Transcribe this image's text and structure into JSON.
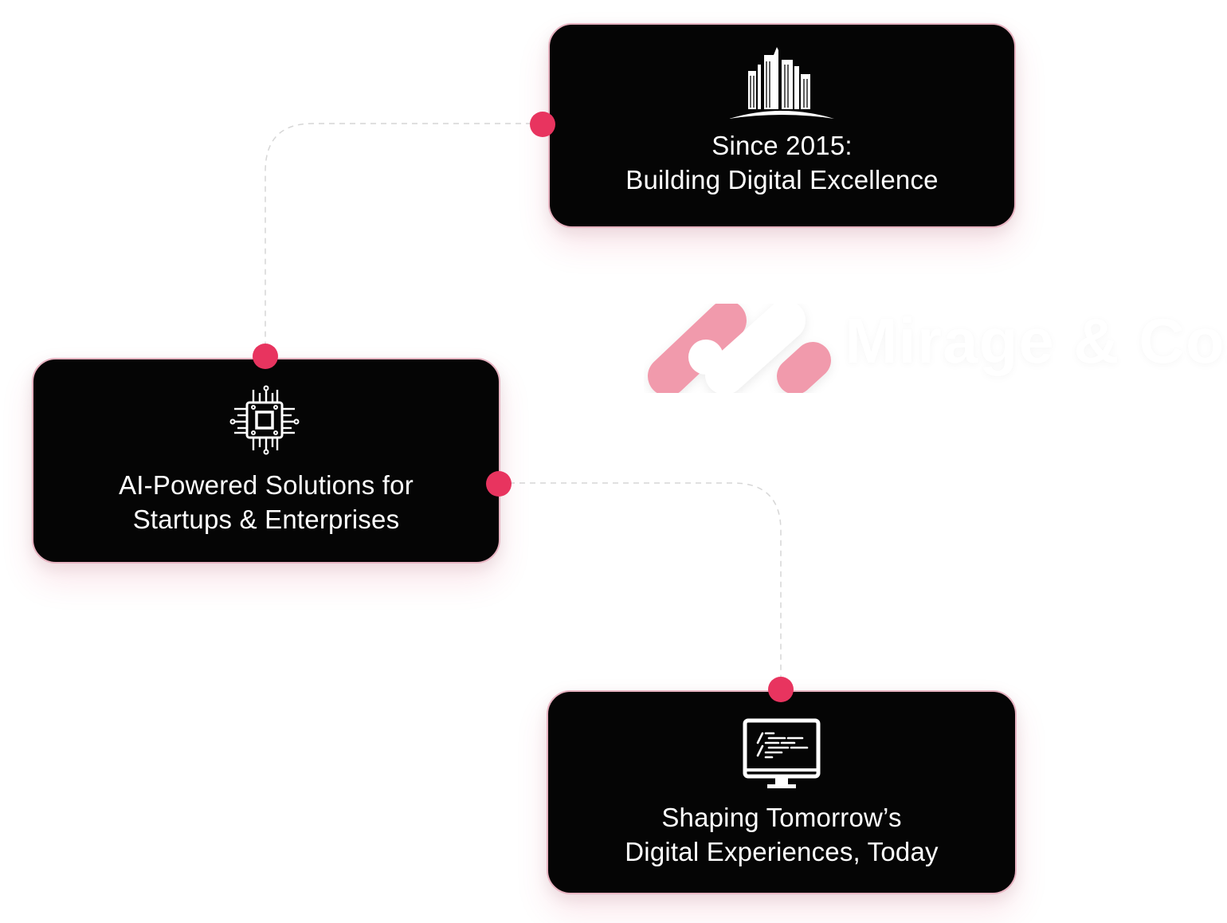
{
  "cards": {
    "since": {
      "line1": "Since 2015:",
      "line2": "Building Digital Excellence",
      "icon": "buildings-icon"
    },
    "ai": {
      "line1": "AI-Powered Solutions for",
      "line2": "Startups & Enterprises",
      "icon": "chip-icon"
    },
    "shaping": {
      "line1": "Shaping Tomorrow’s",
      "line2": "Digital Experiences, Today",
      "icon": "monitor-code-icon"
    }
  },
  "logo": {
    "text": "Mirage & Co."
  },
  "colors": {
    "accent": "#e8345f",
    "card_bg": "#050505",
    "logo_pink": "#f19aac",
    "connector": "#d9d9d9"
  }
}
